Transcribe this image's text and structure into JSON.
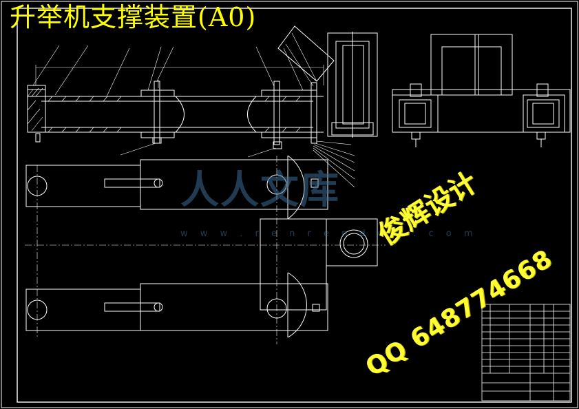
{
  "drawing": {
    "title": "升举机支撑装置(A0)",
    "background_color": "#000000",
    "line_color": "#ffffff",
    "title_color": "#ffff00",
    "leader_color": "#ffffff"
  },
  "watermark": {
    "logo_text": "人人文库",
    "url_text": "w w w . r e n r e n d o c . c o m",
    "color": "#3c6e96"
  },
  "stamp": {
    "designer_text": "俊辉设计",
    "qq_text": "QQ 648774668",
    "color": "#ffff33"
  }
}
